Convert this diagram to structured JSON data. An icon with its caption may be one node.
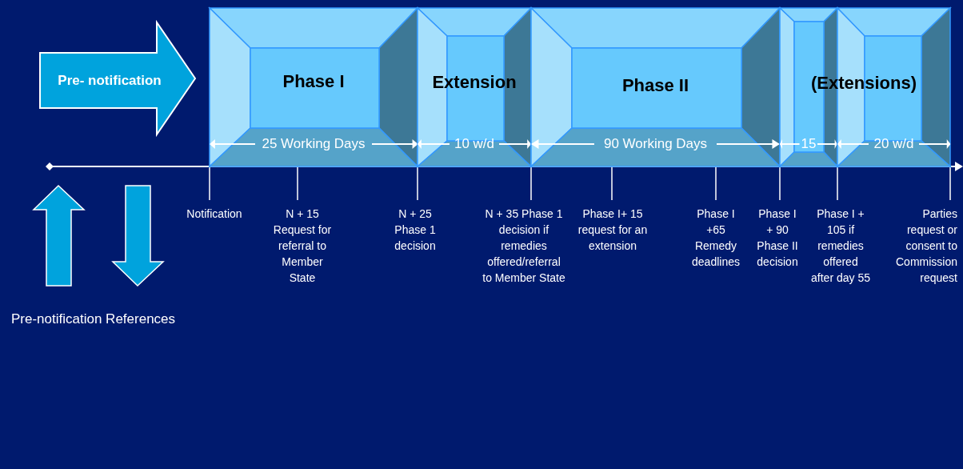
{
  "diagram": {
    "nodes": [
      {
        "text": [
          "Pre- notification"
        ]
      },
      {
        "text": [
          "Phase I",
          "25 Working Days"
        ]
      },
      {
        "text": [
          "Extension",
          "10 w/d"
        ]
      },
      {
        "text": [
          "Phase II",
          "90 Working Days"
        ]
      },
      {
        "text": [
          "15"
        ]
      },
      {
        "text": [
          "20 w/d"
        ]
      }
    ],
    "labels": [
      "(Extensions)",
      "Notification",
      "N + 15 Request for referral to Member State",
      "N + 25 Phase 1 decision",
      "N + 35 Phase 1 decision if remedies offered/referral to Member State",
      "Phase I+ 15 request for an extension",
      "Phase I +65 Remedy deadlines",
      "Phase I + 90 Phase II decision",
      "Phase I + 105 if remedies offered after day 55",
      "Parties request or consent to Commission request",
      "Pre-notification References"
    ]
  }
}
